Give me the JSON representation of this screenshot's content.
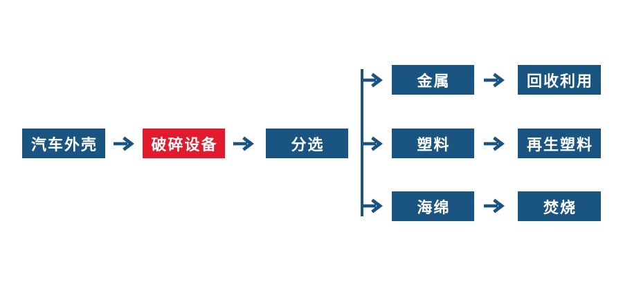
{
  "colors": {
    "node_blue": "#1a5581",
    "node_red": "#e01b2d",
    "node_text": "#ffffff",
    "connector": "#1a5581",
    "background": "#ffffff"
  },
  "icons": {
    "arrow_right": "→"
  },
  "flow": {
    "main_nodes": [
      {
        "label": "汽车外壳",
        "variant": "blue"
      },
      {
        "label": "破碎设备",
        "variant": "red"
      },
      {
        "label": "分选",
        "variant": "blue"
      }
    ],
    "branches": [
      {
        "material": "金属",
        "outcome": "回收利用"
      },
      {
        "material": "塑料",
        "outcome": "再生塑料"
      },
      {
        "material": "海绵",
        "outcome": "焚烧"
      }
    ]
  }
}
